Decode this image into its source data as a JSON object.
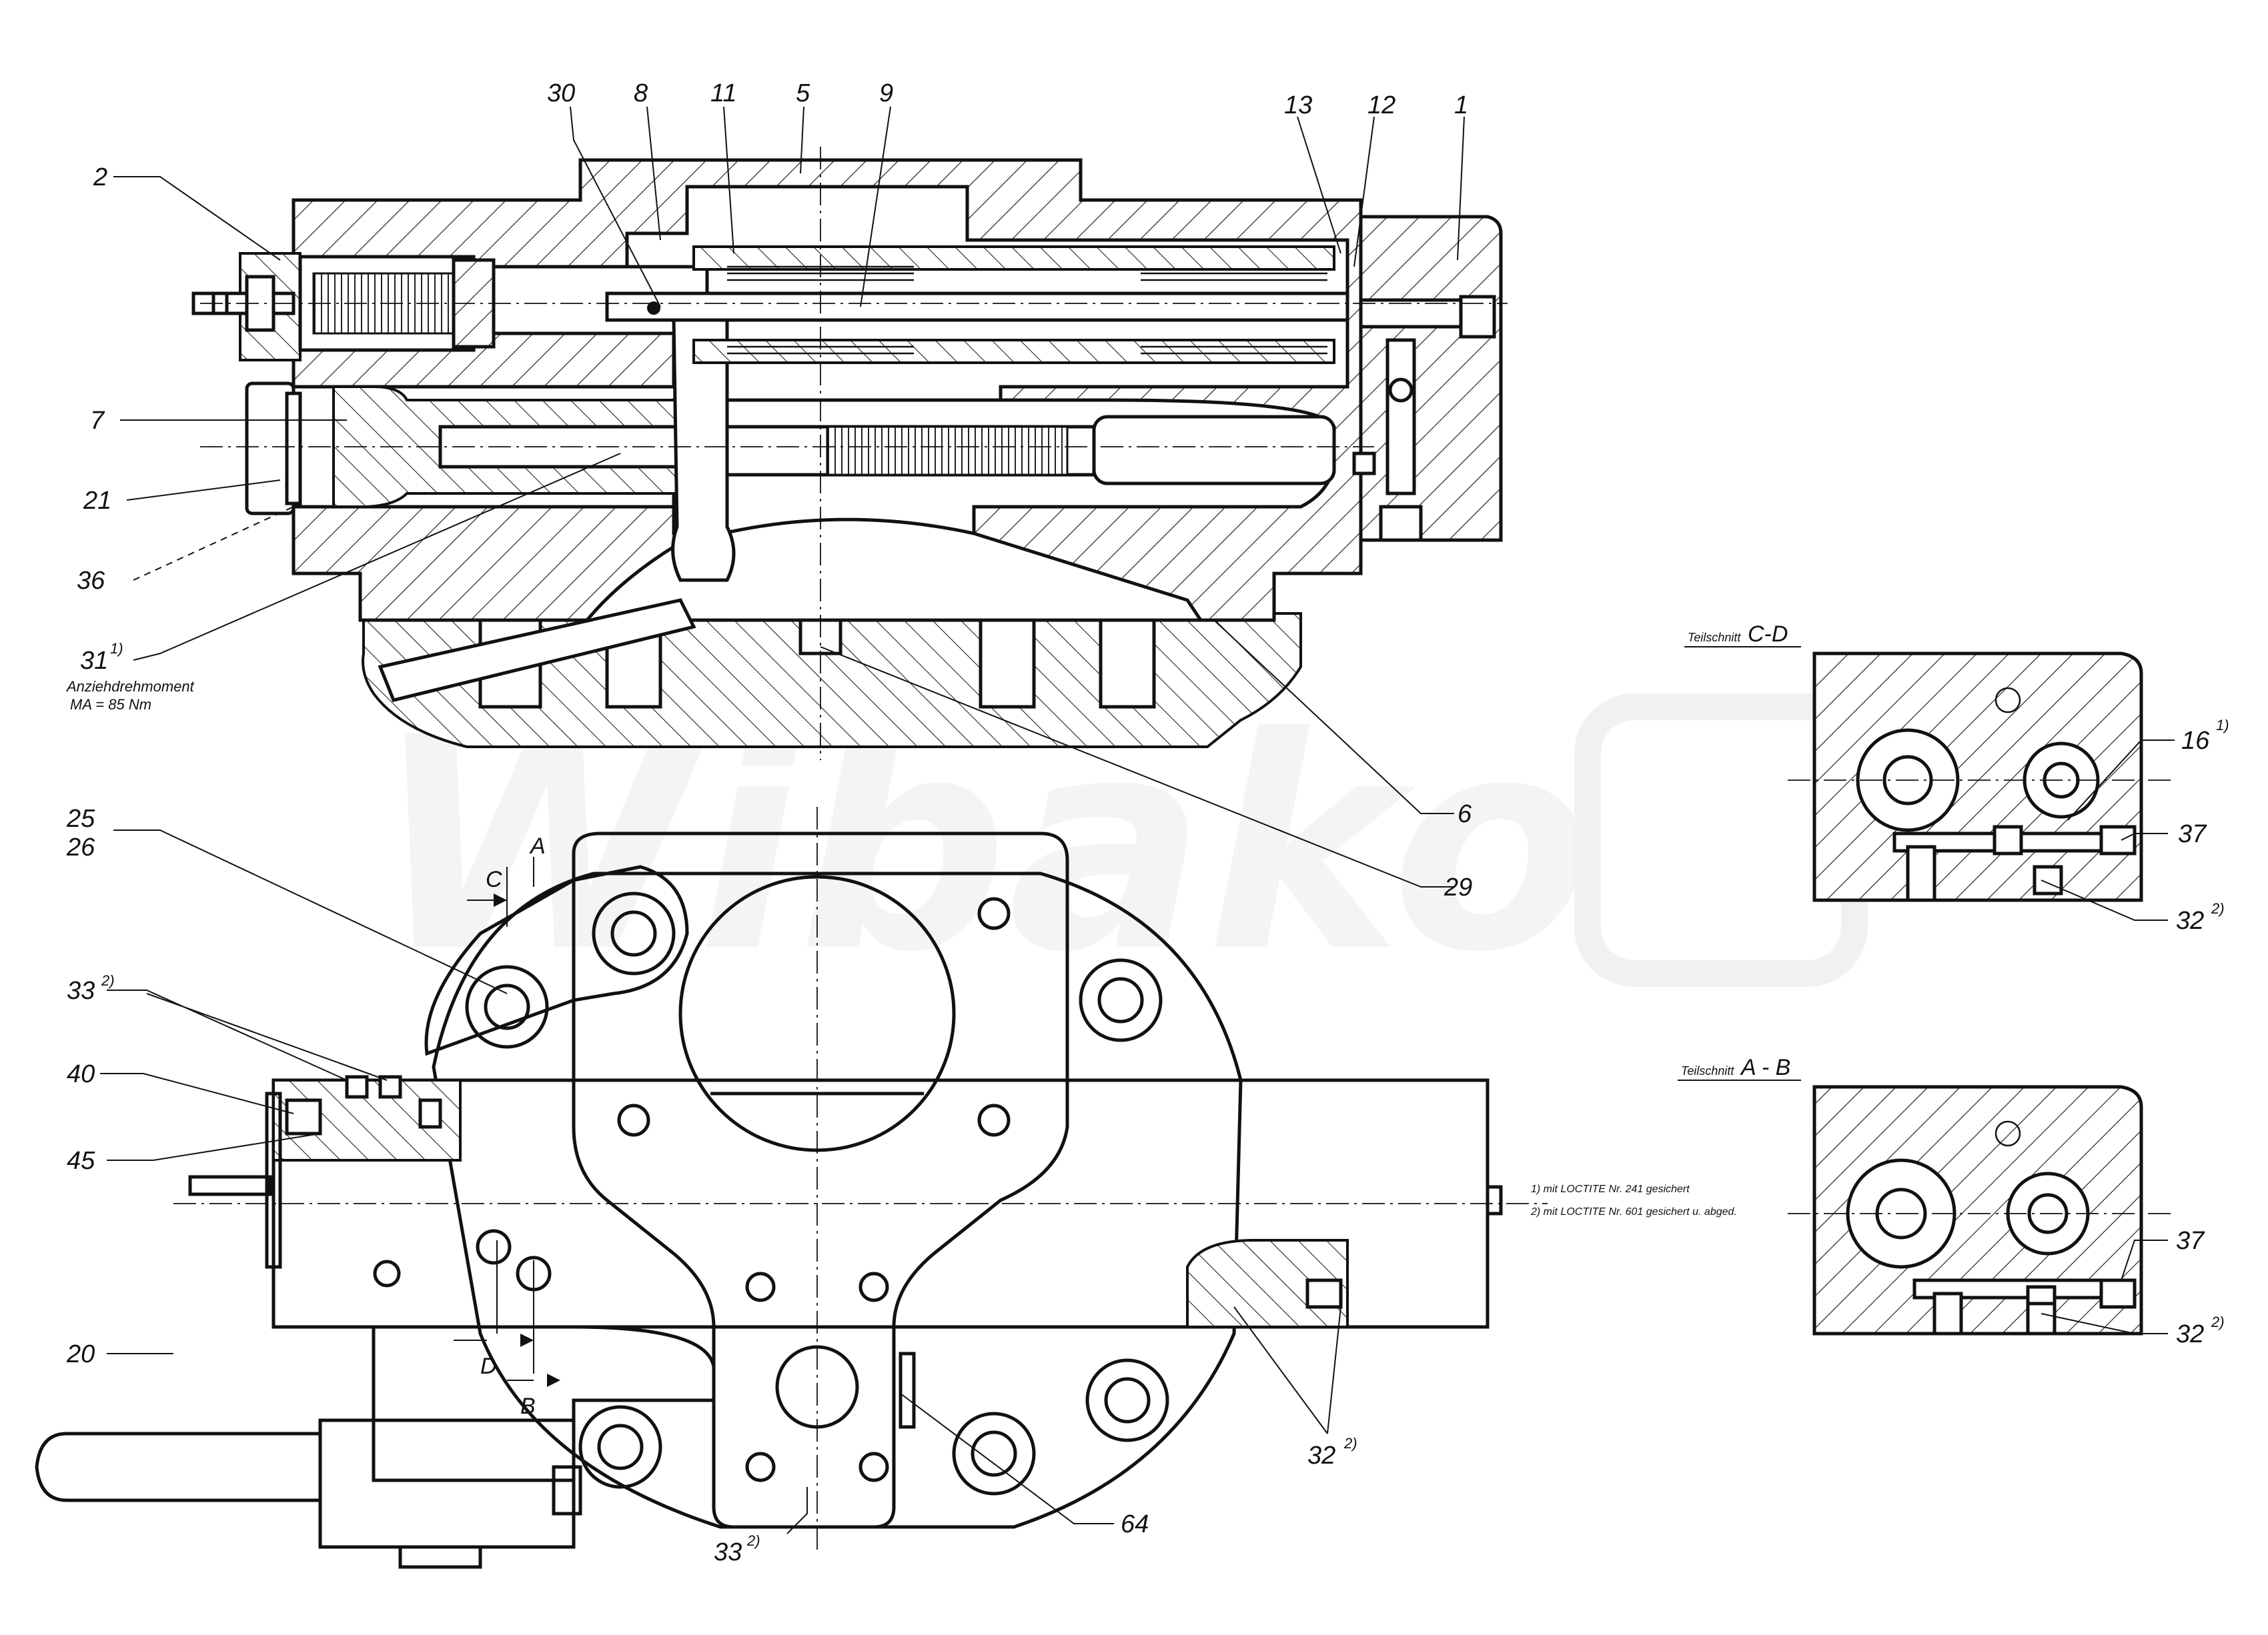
{
  "watermark": "Wibako",
  "callouts": {
    "c30": "30",
    "c8": "8",
    "c11": "11",
    "c5": "5",
    "c9": "9",
    "c13": "13",
    "c12": "12",
    "c1": "1",
    "c2": "2",
    "c7": "7",
    "c21": "21",
    "c36": "36",
    "c31": "31",
    "c6": "6",
    "c29": "29",
    "c25": "25",
    "c26": "26",
    "c33a": "33",
    "c40": "40",
    "c45": "45",
    "c20": "20",
    "c33b": "33",
    "c64": "64",
    "c32a": "32",
    "c16": "16",
    "c37a": "37",
    "c32b": "32",
    "c37b": "37",
    "c32c": "32"
  },
  "footnote_marks": {
    "one": "1)",
    "two": "2)"
  },
  "torque_note": {
    "line1": "Anziehdrehmoment",
    "line2": "MA = 85 Nm"
  },
  "view_markers": {
    "A": "A",
    "B": "B",
    "C": "C",
    "D": "D"
  },
  "sections": {
    "cd_title": "C-D",
    "cd_prefix": "Teilschnitt",
    "ab_title": "A - B",
    "ab_prefix": "Teilschnitt"
  },
  "notes": {
    "note1": "1) mit  LOCTITE  Nr. 241 gesichert",
    "note2": "2) mit  LOCTITE  Nr. 601  gesichert  u. abged."
  }
}
